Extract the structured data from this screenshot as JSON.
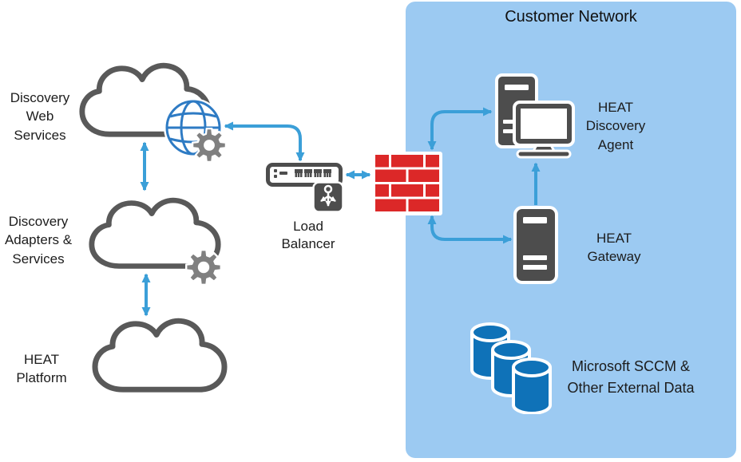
{
  "panel": {
    "title": "Customer Network"
  },
  "nodes": {
    "discovery_web_services": {
      "label": "Discovery Web Services",
      "icon": "cloud-globe-gear-icon"
    },
    "discovery_adapters_services": {
      "label": "Discovery Adapters & Services",
      "icon": "cloud-gear-icon"
    },
    "heat_platform": {
      "label": "HEAT Platform",
      "icon": "cloud-icon"
    },
    "load_balancer": {
      "label": "Load Balancer",
      "icon": "network-switch-load-balancer-icon"
    },
    "firewall": {
      "label": "",
      "icon": "firewall-brick-wall-icon"
    },
    "heat_discovery_agent": {
      "label": "HEAT Discovery Agent",
      "icon": "desktop-computer-icon"
    },
    "heat_gateway": {
      "label": "HEAT Gateway",
      "icon": "server-tower-icon"
    },
    "external_data": {
      "label": "Microsoft SCCM & Other External Data",
      "icon": "database-stack-icon"
    }
  },
  "connections": [
    {
      "from": "discovery_web_services",
      "to": "load_balancer",
      "bidirectional": true
    },
    {
      "from": "load_balancer",
      "to": "firewall",
      "bidirectional": true
    },
    {
      "from": "firewall",
      "to": "heat_discovery_agent",
      "bidirectional": true
    },
    {
      "from": "firewall",
      "to": "heat_gateway",
      "bidirectional": true
    },
    {
      "from": "heat_gateway",
      "to": "heat_discovery_agent",
      "bidirectional": false
    },
    {
      "from": "discovery_web_services",
      "to": "discovery_adapters_services",
      "bidirectional": true
    },
    {
      "from": "discovery_adapters_services",
      "to": "heat_platform",
      "bidirectional": true
    }
  ],
  "colors": {
    "panel": "#9CCAF2",
    "arrow": "#3B9FD8",
    "firewall": "#DC2828",
    "device": "#4D4D4D",
    "cloud": "#595959",
    "gear": "#808080",
    "globe": "#2E7BC4",
    "db": "#0F72B8",
    "text": "#1c1c1c"
  }
}
